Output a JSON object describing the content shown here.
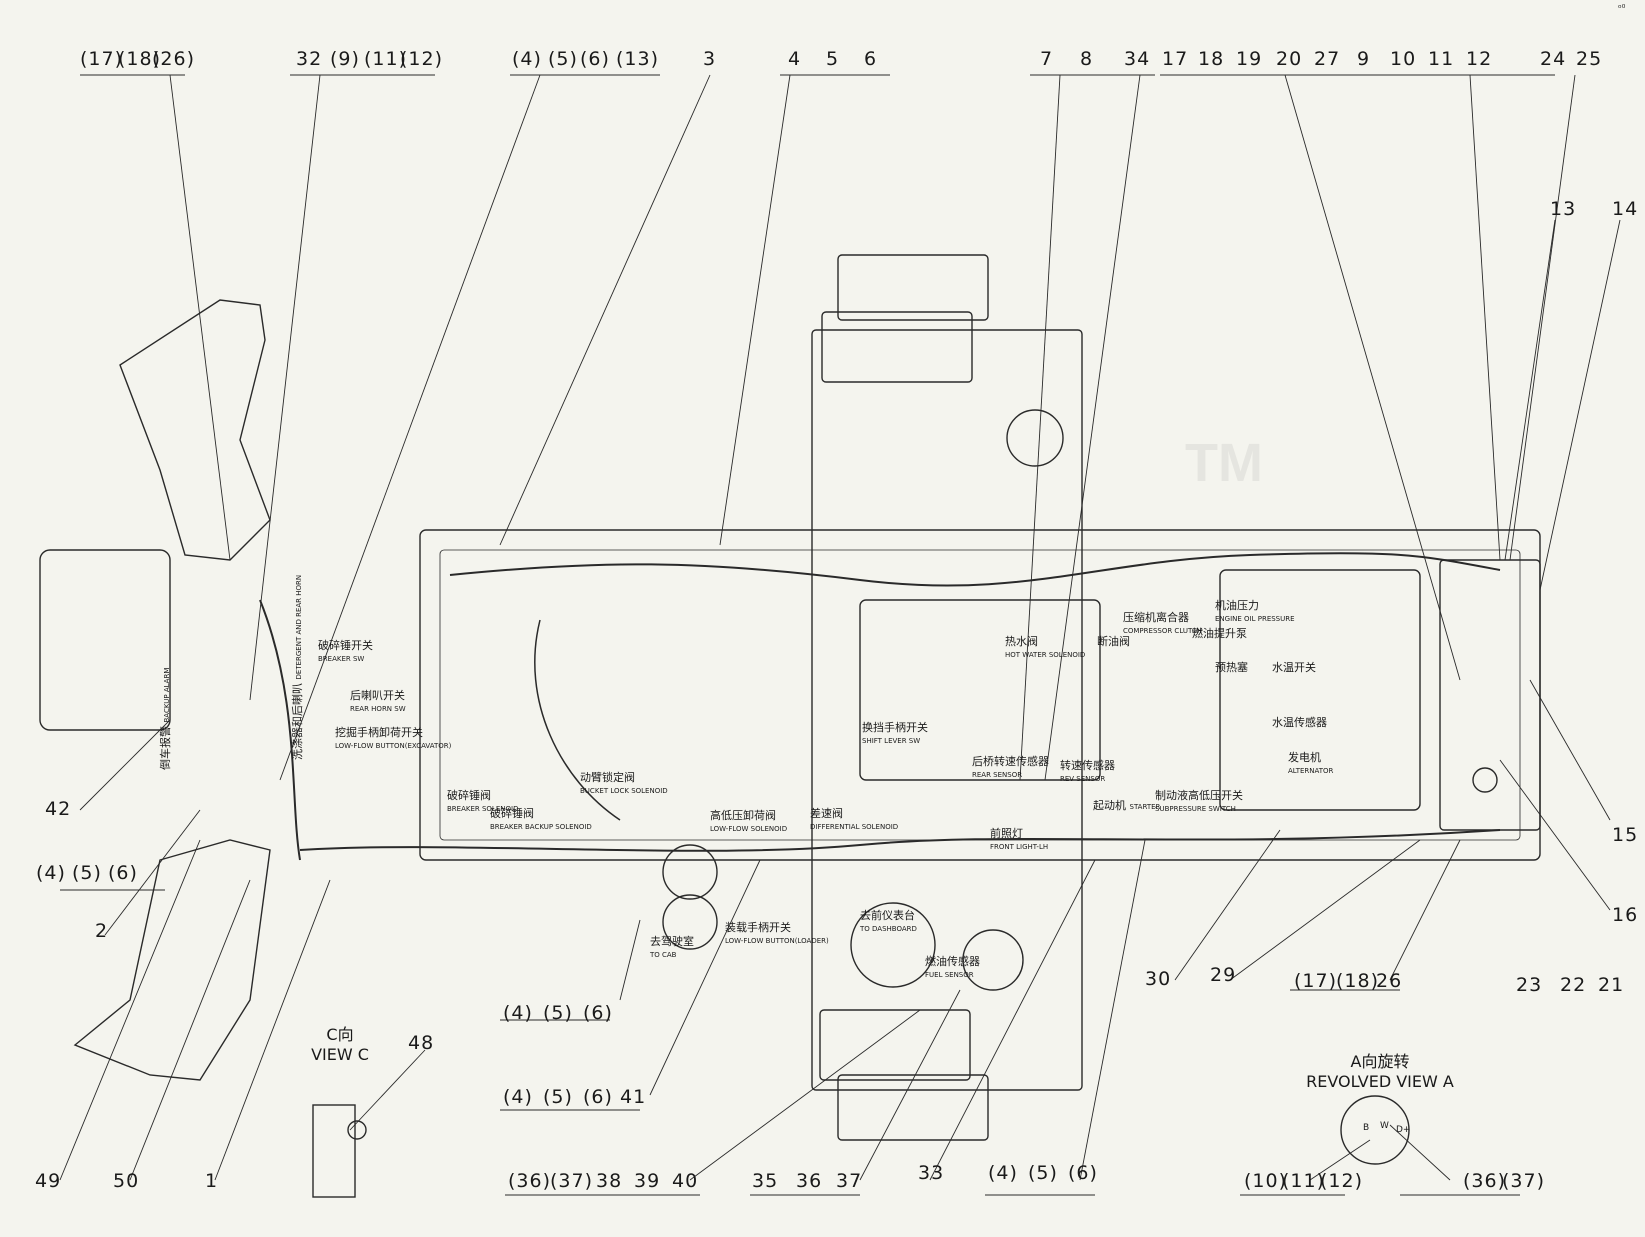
{
  "diagram": {
    "callouts_top": [
      "(17)",
      "(18)",
      "(26)",
      "32",
      "(9)",
      "(11)",
      "(12)",
      "(4)",
      "(5)",
      "(6)",
      "(13)",
      "3",
      "4",
      "5",
      "6",
      "7",
      "8",
      "34",
      "17",
      "18",
      "19",
      "20",
      "27",
      "9",
      "10",
      "11",
      "12",
      "24",
      "25"
    ],
    "callouts_right": [
      "13",
      "14",
      "15",
      "16",
      "21",
      "22",
      "23"
    ],
    "callouts_left": [
      "42",
      "(4)",
      "(5)",
      "(6)",
      "2"
    ],
    "callouts_bottom": {
      "a": [
        "(4)",
        "(5)",
        "(6)"
      ],
      "b": [
        "(4)",
        "(5)",
        "(6)",
        "41"
      ],
      "c": [
        "(36)",
        "(37)",
        "38",
        "39",
        "40"
      ],
      "d": [
        "35",
        "36",
        "37"
      ],
      "e": [
        "33"
      ],
      "f": [
        "(4)",
        "(5)",
        "(6)"
      ],
      "g": [
        "30",
        "29"
      ],
      "h": [
        "(17)",
        "(18)",
        "26"
      ],
      "i": [
        "(10)",
        "(11)",
        "(12)"
      ],
      "j": [
        "(36)",
        "(37)"
      ],
      "k": [
        "49",
        "50",
        "1",
        "48"
      ]
    },
    "views": {
      "c_cn": "C向",
      "c_en": "VIEW C",
      "a_cn": "A向旋转",
      "a_en": "REVOLVED VIEW A"
    },
    "components": [
      {
        "cn": "破碎锤开关",
        "en": "BREAKER SW"
      },
      {
        "cn": "后喇叭开关",
        "en": "REAR HORN SW"
      },
      {
        "cn": "挖掘手柄卸荷开关",
        "en": "LOW-FLOW BUTTON(EXCAVATOR)"
      },
      {
        "cn": "洗涤器和后喇叭",
        "en": "DETERGENT AND REAR HORN"
      },
      {
        "cn": "破碎锤阀",
        "en": "BREAKER SOLENOID"
      },
      {
        "cn": "破碎锤阀",
        "en": "BREAKER BACKUP SOLENOID"
      },
      {
        "cn": "动臂锁定阀",
        "en": "BUCKET LOCK SOLENOID"
      },
      {
        "cn": "高低压卸荷阀",
        "en": "LOW-FLOW SOLENOID"
      },
      {
        "cn": "差速阀",
        "en": "DIFFERENTIAL SOLENOID"
      },
      {
        "cn": "去驾驶室",
        "en": "TO CAB"
      },
      {
        "cn": "装载手柄开关",
        "en": "LOW-FLOW BUTTON(LOADER)"
      },
      {
        "cn": "去前仪表台",
        "en": "TO DASHBOARD"
      },
      {
        "cn": "燃油传感器",
        "en": "FUEL SENSOR"
      },
      {
        "cn": "换挡手柄开关",
        "en": "SHIFT LEVER SW"
      },
      {
        "cn": "后桥转速传感器",
        "en": "REAR SENSOR"
      },
      {
        "cn": "前照灯",
        "en": "FRONT LIGHT-LH"
      },
      {
        "cn": "转速传感器",
        "en": "REV SENSOR"
      },
      {
        "cn": "热水阀",
        "en": "HOT WATER SOLENOID"
      },
      {
        "cn": "断油阀",
        "en": ""
      },
      {
        "cn": "压缩机离合器",
        "en": "COMPRESSOR CLUTCH"
      },
      {
        "cn": "机油压力",
        "en": "ENGINE OIL PRESSURE"
      },
      {
        "cn": "燃油提升泵",
        "en": ""
      },
      {
        "cn": "预热塞",
        "en": ""
      },
      {
        "cn": "水温开关",
        "en": ""
      },
      {
        "cn": "水温传感器",
        "en": ""
      },
      {
        "cn": "发电机",
        "en": "ALTERNATOR"
      },
      {
        "cn": "起动机",
        "en": "STARTER"
      },
      {
        "cn": "制动液高低压开关",
        "en": "SUBPRESSURE SWITCH"
      },
      {
        "cn": "倒车报警",
        "en": "BACKUP ALARM"
      }
    ],
    "a_pins": [
      "B",
      "W",
      "D+"
    ],
    "watermark": "TM"
  },
  "colors": {
    "line": "#2a2a2a",
    "paper": "#f4f4ee",
    "thin": "#555555"
  }
}
